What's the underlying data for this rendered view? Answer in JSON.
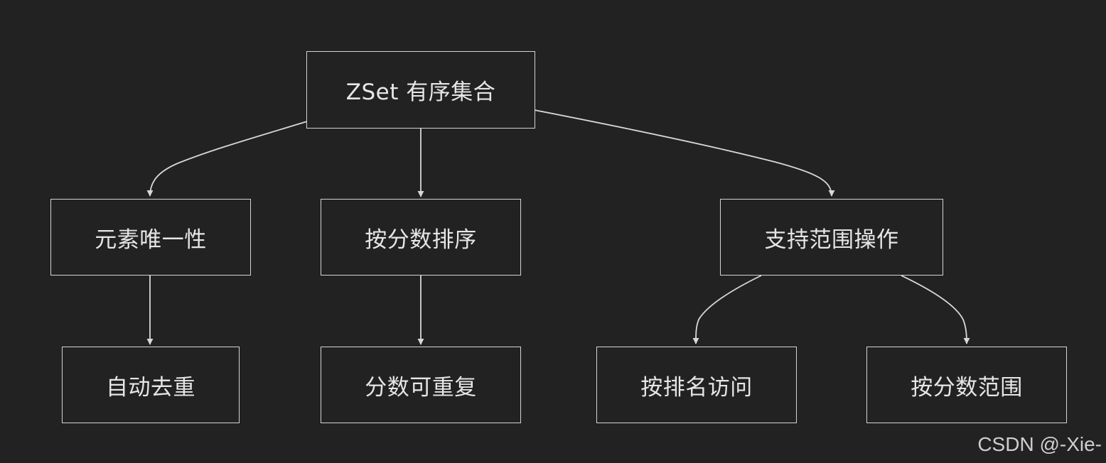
{
  "diagram": {
    "nodes": [
      {
        "id": "root",
        "label": "ZSet 有序集合"
      },
      {
        "id": "unique",
        "label": "元素唯一性"
      },
      {
        "id": "sort",
        "label": "按分数排序"
      },
      {
        "id": "range",
        "label": "支持范围操作"
      },
      {
        "id": "dedup",
        "label": "自动去重"
      },
      {
        "id": "dupscore",
        "label": "分数可重复"
      },
      {
        "id": "byrank",
        "label": "按排名访问"
      },
      {
        "id": "byscore",
        "label": "按分数范围"
      }
    ],
    "edges": [
      {
        "from": "root",
        "to": "unique"
      },
      {
        "from": "root",
        "to": "sort"
      },
      {
        "from": "root",
        "to": "range"
      },
      {
        "from": "unique",
        "to": "dedup"
      },
      {
        "from": "sort",
        "to": "dupscore"
      },
      {
        "from": "range",
        "to": "byrank"
      },
      {
        "from": "range",
        "to": "byscore"
      }
    ],
    "colors": {
      "background": "#222222",
      "border": "#d4d4d4",
      "text": "#e6e6e6",
      "edge": "#d8d8d8"
    }
  },
  "watermark": "CSDN @-Xie-"
}
